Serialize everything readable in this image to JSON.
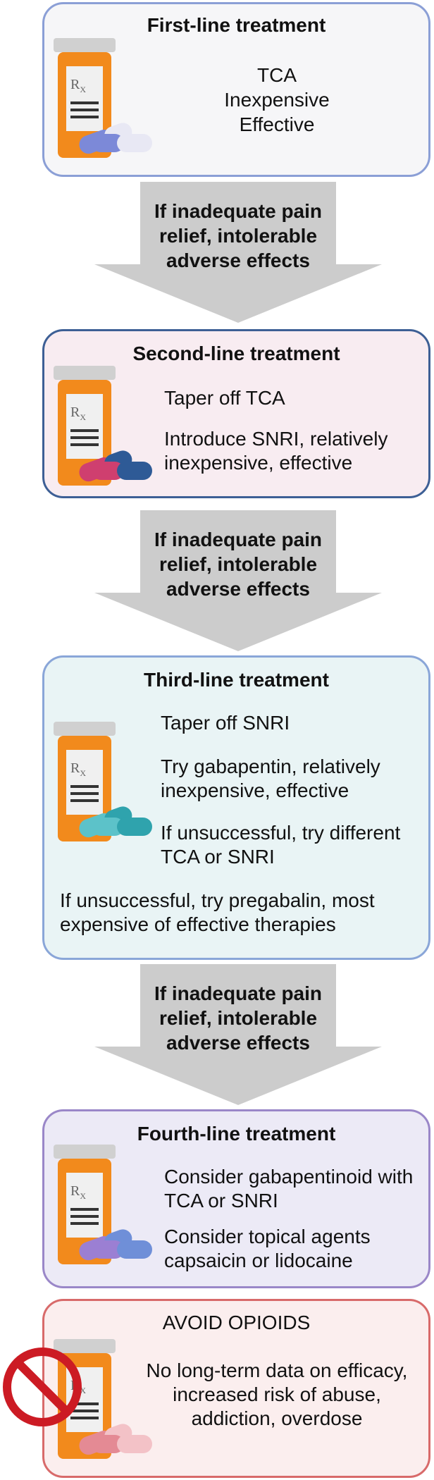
{
  "steps": [
    {
      "title": "First-line treatment",
      "lines": [
        "TCA",
        "Inexpensive",
        "Effective"
      ],
      "colors": {
        "fill": "#f6f6f8",
        "border": "#8b9fd6",
        "pill_a": "#7c89d8",
        "pill_b": "#e8e8f4"
      }
    },
    {
      "title": "Second-line treatment",
      "lines": [
        "Taper off TCA",
        "Introduce SNRI, relatively inexpensive, effective"
      ],
      "colors": {
        "fill": "#f8ecf1",
        "border": "#3d5f95",
        "pill_a": "#cf3f6f",
        "pill_b": "#2e5a96"
      }
    },
    {
      "title": "Third-line treatment",
      "lines": [
        "Taper off SNRI",
        "Try gabapentin, relatively inexpensive, effective",
        "If unsuccessful, try different TCA or SNRI",
        "If unsuccessful, try pregabalin, most expensive of effective therapies"
      ],
      "colors": {
        "fill": "#e9f4f5",
        "border": "#8aa6d8",
        "pill_a": "#5cc2c9",
        "pill_b": "#2fa3ad"
      }
    },
    {
      "title": "Fourth-line treatment",
      "lines": [
        "Consider gabapentinoid with TCA or SNRI",
        "Consider topical agents capsaicin or lidocaine"
      ],
      "colors": {
        "fill": "#eceaf6",
        "border": "#9a87c8",
        "pill_a": "#9b7fd3",
        "pill_b": "#6f8fd8"
      }
    },
    {
      "title": "AVOID OPIOIDS",
      "lines": [
        "No long-term data on efficacy, increased risk of abuse, addiction, overdose"
      ],
      "colors": {
        "fill": "#fbeeee",
        "border": "#d86a6a",
        "pill_a": "#e48a94",
        "pill_b": "#f3c2c7"
      }
    }
  ],
  "arrow_text": [
    "If inadequate pain relief, intolerable adverse effects",
    "If inadequate pain relief, intolerable adverse effects",
    "If inadequate pain relief, intolerable adverse effects"
  ],
  "label_rx": "R",
  "label_rx_sub": "X",
  "icons": {
    "bottle": "prescription-bottle-icon",
    "prohibited": "prohibition-icon"
  },
  "colors": {
    "arrow": "#cccccc",
    "bottle": "#f28a1c",
    "cap": "#d0d0d0",
    "prohibit": "#cc1b24"
  }
}
